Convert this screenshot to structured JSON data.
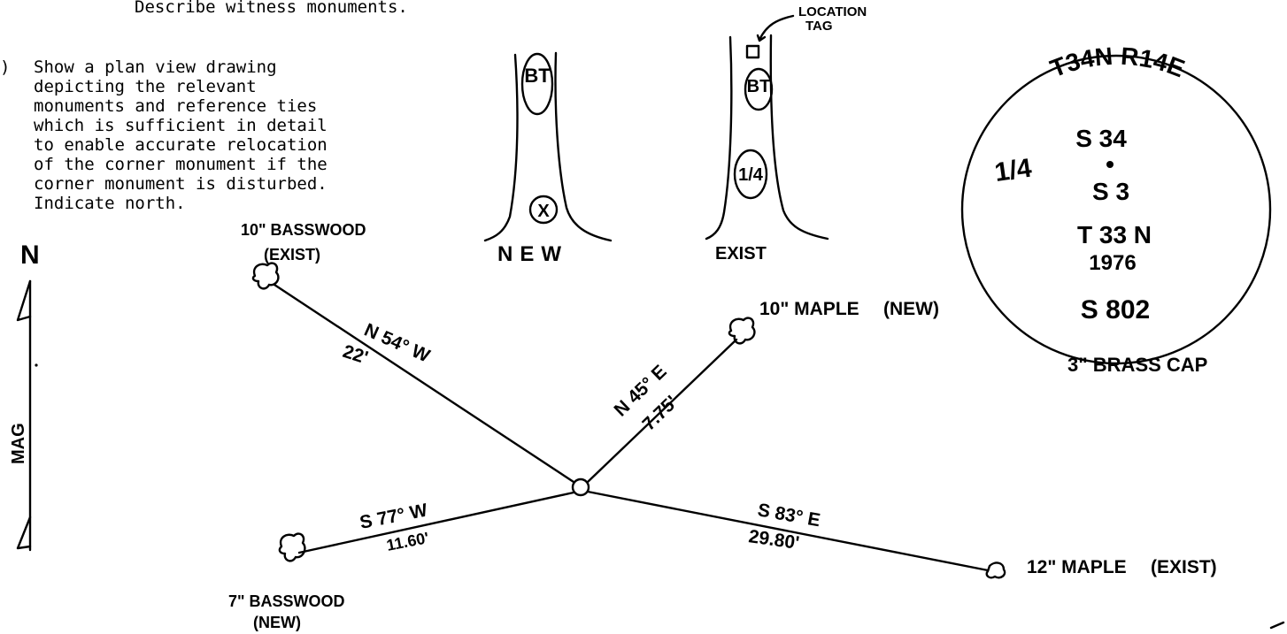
{
  "instructions": {
    "top_line": "Describe witness monuments.",
    "item_marker": ")",
    "lines": [
      "Show a plan view drawing",
      "depicting the relevant",
      "monuments and reference ties",
      "which is sufficient in detail",
      "to enable accurate relocation",
      "of the corner monument if the",
      "corner monument is disturbed.",
      "Indicate north."
    ]
  },
  "north_arrow": {
    "letter": "N",
    "label": "MAG"
  },
  "tree_markings": {
    "new": {
      "label": "NEW",
      "upper_tag": "BT",
      "lower_tag": "X"
    },
    "exist": {
      "label": "EXIST",
      "location_tag_label": [
        "LOCATION",
        "TAG"
      ],
      "upper_tag": "BT",
      "lower_tag": "1/4"
    }
  },
  "brass_cap": {
    "caption": "3\" BRASS CAP",
    "arc_text": "T34N R14E",
    "left_text": "1/4",
    "lines": [
      "S 34",
      "S 3",
      "T 33 N",
      "1976",
      "S 802"
    ]
  },
  "witness_trees": [
    {
      "name": "10\" BASSWOOD",
      "status": "(EXIST)",
      "bearing": "N 54° W",
      "distance": "22'"
    },
    {
      "name": "10\" MAPLE",
      "status": "(NEW)",
      "bearing": "N 45° E",
      "distance": "7.75'"
    },
    {
      "name": "7\" BASSWOOD",
      "status": "(NEW)",
      "bearing": "S 77° W",
      "distance": "11.60'"
    },
    {
      "name": "12\" MAPLE",
      "status": "(EXIST)",
      "bearing": "S 83° E",
      "distance": "29.80'"
    }
  ],
  "colors": {
    "ink": "#000000",
    "paper": "#ffffff"
  }
}
